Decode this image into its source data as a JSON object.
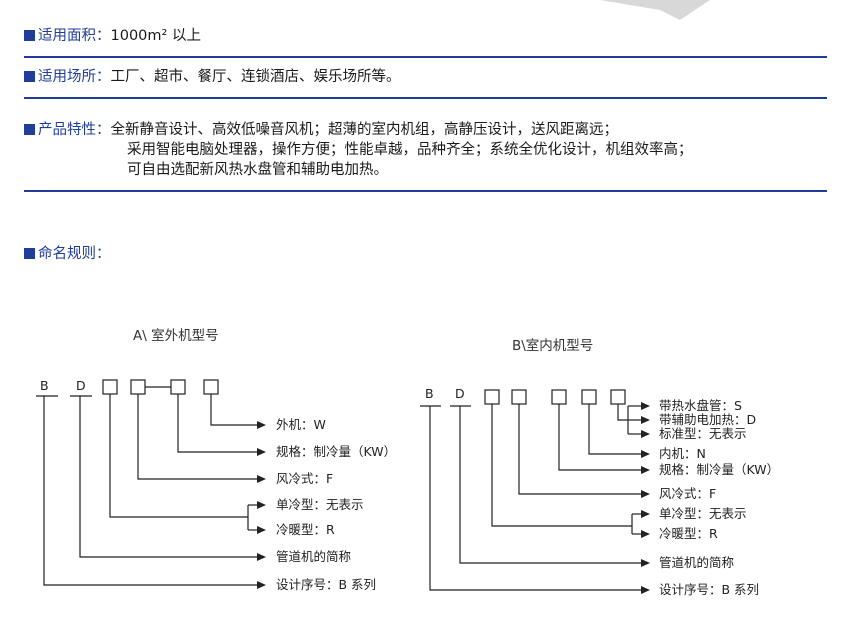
{
  "spec": {
    "area": {
      "label": "适用面积：",
      "value": "1000m² 以上"
    },
    "places": {
      "label": "适用场所：",
      "value": "工厂、超市、餐厅、连锁酒店、娱乐场所等。"
    },
    "features": {
      "label": "产品特性：",
      "lines": [
        "全新静音设计、高效低噪音风机；超薄的室内机组，高静压设计，送风距离远；",
        "采用智能电脑处理器，操作方便；性能卓越，品种齐全；系统全优化设计，机组效率高；",
        "可自由选配新风热水盘管和辅助电加热。"
      ]
    }
  },
  "naming": {
    "label": "命名规则：",
    "outdoor": {
      "title": "A\\  室外机型号",
      "letters": [
        "B",
        "D"
      ],
      "labels": [
        "外机：W",
        "规格：制冷量（KW）",
        "风冷式：F",
        "单冷型：无表示",
        "冷暖型：R",
        "管道机的简称",
        "设计序号：B 系列"
      ]
    },
    "indoor": {
      "title": "B\\室内机型号",
      "letters": [
        "B",
        "D"
      ],
      "labels": [
        "带热水盘管：S",
        "带辅助电加热：D",
        "标准型：无表示",
        "内机：N",
        "规格：制冷量（KW）",
        "风冷式：F",
        "单冷型：无表示",
        "冷暖型：R",
        "管道机的简称",
        "设计序号：B 系列"
      ]
    }
  },
  "colors": {
    "accent": "#1f3d99"
  }
}
